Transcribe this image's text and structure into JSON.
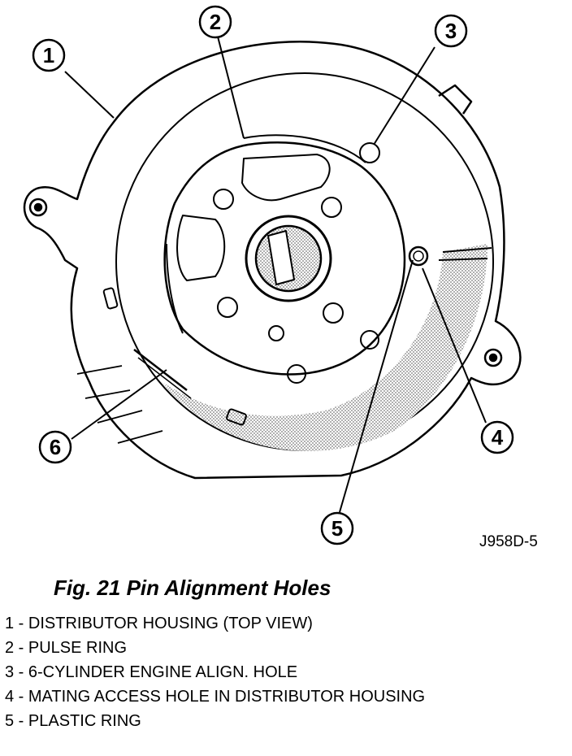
{
  "figure": {
    "code": "J958D-5",
    "caption": "Fig. 21 Pin Alignment Holes",
    "callouts": [
      "1",
      "2",
      "3",
      "4",
      "5",
      "6"
    ],
    "legend": [
      "1 - DISTRIBUTOR HOUSING (TOP VIEW)",
      "2 - PULSE RING",
      "3 -  6-CYLINDER ENGINE ALIGN. HOLE",
      "4 - MATING ACCESS HOLE IN DISTRIBUTOR HOUSING",
      "5 - PLASTIC RING"
    ]
  }
}
